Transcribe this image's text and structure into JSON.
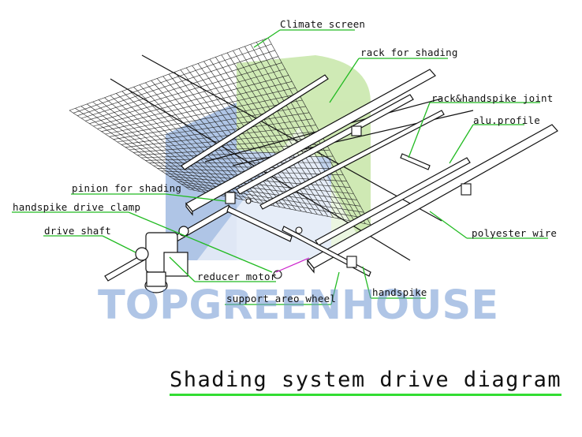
{
  "labels": {
    "climate_screen": "Climate screen",
    "rack_for_shading": "rack for shading",
    "rack_handspike_joint": "rack&handspike joint",
    "alu_profile": "alu.profile",
    "pinion_for_shading": "pinion for shading",
    "handspike_drive_clamp": "handspike drive clamp",
    "drive_shaft": "drive shaft",
    "polyester_wire": "polyester wire",
    "reducer_motor": "reducer motor",
    "support_areo_wheel": "support areo wheel",
    "handspike": "handspike"
  },
  "caption": "Shading system drive diagram",
  "watermark": {
    "text": "TOPGREENHOUSE"
  },
  "colors": {
    "leader_line": "#22bb22",
    "caption_underline": "#33dd33",
    "watermark_blue": "#6e96d2",
    "watermark_green": "#a8d878",
    "drawing_line": "#111111"
  }
}
